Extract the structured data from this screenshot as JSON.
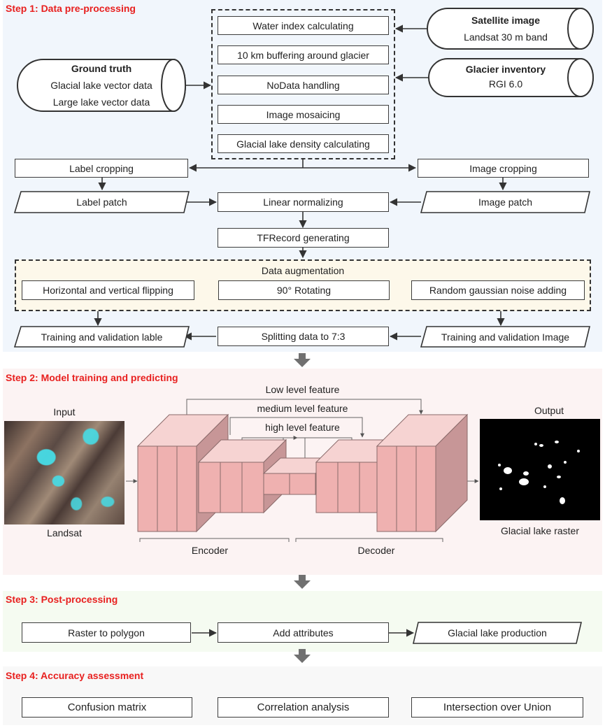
{
  "step1": {
    "title": "Step 1: Data pre-processing",
    "preprocess_steps": [
      "Water index calculating",
      "10 km buffering around glacier",
      "NoData handling",
      "Image mosaicing",
      "Glacial lake density calculating"
    ],
    "ground_truth": {
      "title": "Ground truth",
      "line1": "Glacial lake vector data",
      "line2": "Large lake vector data"
    },
    "satellite": {
      "title": "Satellite image",
      "subtitle": "Landsat 30 m band"
    },
    "inventory": {
      "title": "Glacier inventory",
      "subtitle": "RGI 6.0"
    },
    "label_cropping": "Label cropping",
    "image_cropping": "Image cropping",
    "label_patch": "Label patch",
    "image_patch": "Image patch",
    "linear_normalizing": "Linear normalizing",
    "tfrecord": "TFRecord generating",
    "augmentation": {
      "title": "Data augmentation",
      "items": [
        "Horizontal and vertical flipping",
        "90° Rotating",
        "Random gaussian noise adding"
      ]
    },
    "training_label": "Training and validation lable",
    "splitting": "Splitting data to 7:3",
    "training_image": "Training and validation Image"
  },
  "step2": {
    "title": "Step 2: Model training and predicting",
    "input_label": "Input",
    "landsat_label": "Landsat",
    "output_label": "Output",
    "output_caption": "Glacial lake raster",
    "features": [
      "Low level feature",
      "medium level feature",
      "high level feature"
    ],
    "encoder": "Encoder",
    "decoder": "Decoder"
  },
  "step3": {
    "title": "Step 3: Post-processing",
    "raster_to_polygon": "Raster to polygon",
    "add_attributes": "Add attributes",
    "production": "Glacial lake production"
  },
  "step4": {
    "title": "Step 4: Accuracy assessment",
    "items": [
      "Confusion matrix",
      "Correlation analysis",
      "Intersection over Union"
    ]
  },
  "colors": {
    "step_title": "#e8201f",
    "block_front": "#efb1b0",
    "block_side": "#c79697",
    "block_top": "#f6d3d2",
    "arrow": "#707070"
  }
}
